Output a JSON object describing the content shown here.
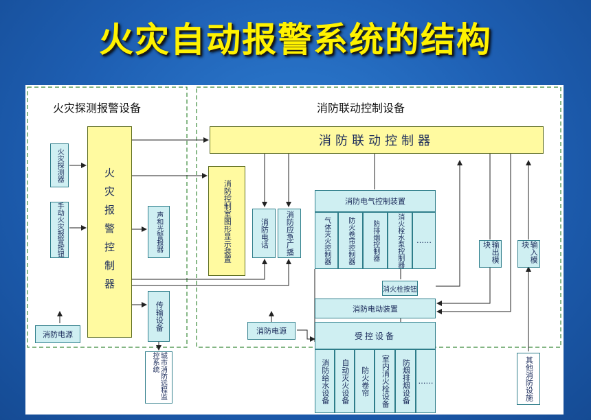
{
  "title": "火灾自动报警系统的结构",
  "sections": {
    "left": "火灾探测报警设备",
    "right": "消防联动控制设备"
  },
  "left_boxes": {
    "detector": "火灾探测器",
    "manual_button": "手动火灾报警按钮",
    "controller": "火灾报警控制器",
    "sound_light": "声和光警报器",
    "transmission": "传输设备",
    "power_left": "消防电源",
    "remote_monitor": "城市消防远程监控系统"
  },
  "right_boxes": {
    "linkage_controller": "消防联动控制器",
    "graphic_display": "消防控制室图形显示装置",
    "fire_phone": "消防电话",
    "broadcast": "消防应急广播",
    "electric_control": "消防电气控制装置",
    "ec_items": [
      "气体灭火控制器",
      "防火卷帘控制器",
      "防排烟控制器",
      "消火栓水泵控制器",
      "……"
    ],
    "hydrant_button": "消火栓按钮",
    "power_device": "消防电动装置",
    "output_module": "输出模块",
    "input_module": "输入模块",
    "power_right": "消防电源",
    "controlled": "受控设备",
    "controlled_items": [
      "消防给水设备",
      "自动灭火设备",
      "防火卷帘",
      "室内消火栓设备",
      "防烟排烟设备",
      "……"
    ],
    "other_devices": "其他消防设施"
  }
}
